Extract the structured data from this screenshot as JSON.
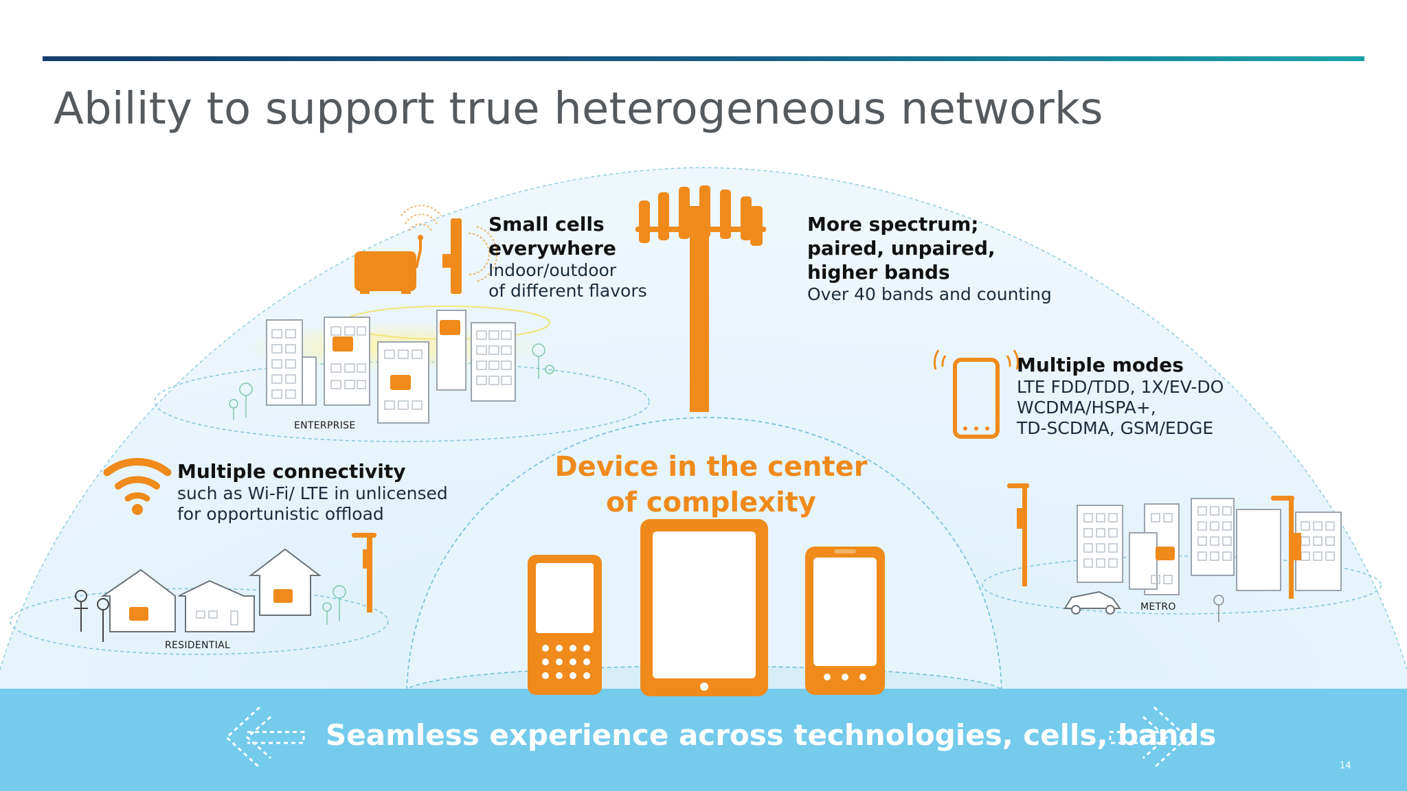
{
  "title": "Ability to support true heterogeneous networks",
  "center": {
    "line1": "Device in the center",
    "line2": "of complexity"
  },
  "small_cells": {
    "heading1": "Small cells",
    "heading2": "everywhere",
    "sub1": "Indoor/outdoor",
    "sub2": "of different flavors"
  },
  "spectrum": {
    "heading1": "More spectrum;",
    "heading2": "paired, unpaired,",
    "heading3": "higher bands",
    "sub1": "Over 40 bands and counting"
  },
  "modes": {
    "heading1": "Multiple modes",
    "sub1": "LTE FDD/TDD, 1X/EV-DO",
    "sub2": "WCDMA/HSPA+,",
    "sub3": "TD-SCDMA, GSM/EDGE"
  },
  "connectivity": {
    "heading1": "Multiple connectivity",
    "sub1": "such as Wi-Fi/ LTE in unlicensed",
    "sub2": "for opportunistic offload"
  },
  "scenes": {
    "enterprise": "ENTERPRISE",
    "residential": "RESIDENTIAL",
    "metro": "METRO"
  },
  "banner": {
    "text": "Seamless experience across technologies, cells, bands"
  },
  "page_number": "14",
  "icons": [
    "cell-tower-icon",
    "router-icon",
    "antenna-icon",
    "wifi-icon",
    "smartphone-icon",
    "feature-phone-icon",
    "tablet-icon",
    "arrow-left-icon",
    "arrow-right-icon",
    "car-icon",
    "house-icon",
    "building-icon"
  ],
  "colors": {
    "accent_orange": "#ef8a1b",
    "banner_blue": "#74cbec",
    "dome_fill": "#e7f4fb",
    "title_gray": "#555a5f",
    "top_rule_start": "#143d6b",
    "top_rule_end": "#1aa3a8"
  }
}
